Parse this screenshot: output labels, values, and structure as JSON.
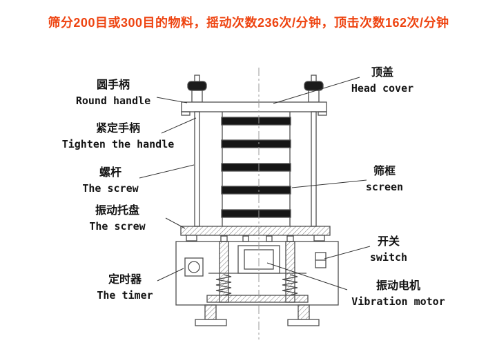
{
  "title": "筛分200目或300目的物料，摇动次数236次/分钟，顶击次数162次/分钟",
  "colors": {
    "title": "#ee4411",
    "line": "#4d4d4d"
  },
  "labels": [
    {
      "id": "round-handle",
      "zh": "圆手柄",
      "en": "Round handle"
    },
    {
      "id": "tighten-handle",
      "zh": "紧定手柄",
      "en": "Tighten the handle"
    },
    {
      "id": "screw",
      "zh": "螺杆",
      "en": "The screw"
    },
    {
      "id": "vibration-tray",
      "zh": "振动托盘",
      "en": "The screw"
    },
    {
      "id": "timer",
      "zh": "定时器",
      "en": "The timer"
    },
    {
      "id": "head-cover",
      "zh": "顶盖",
      "en": "Head cover"
    },
    {
      "id": "screen",
      "zh": "筛框",
      "en": "screen"
    },
    {
      "id": "switch",
      "zh": "开关",
      "en": "switch"
    },
    {
      "id": "vibration-motor",
      "zh": "振动电机",
      "en": "Vibration motor"
    }
  ]
}
